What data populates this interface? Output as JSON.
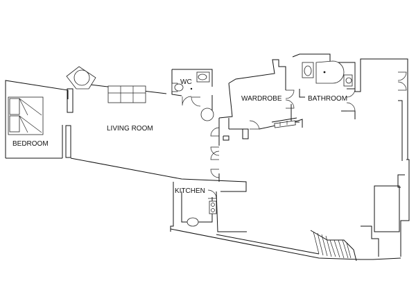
{
  "rooms": {
    "bedroom": "BEDROOM",
    "living_room": "LIVING ROOM",
    "wc": "WC",
    "wardrobe": "WARDROBE",
    "bathroom": "BATHROOM",
    "kitchen": "KITCHEN"
  }
}
